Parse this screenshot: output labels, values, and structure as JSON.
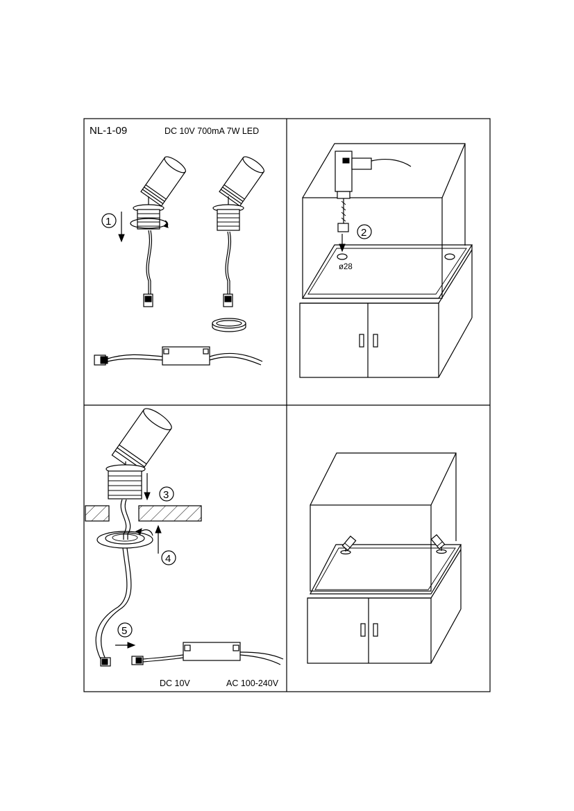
{
  "header": {
    "model": "NL-1-09",
    "specs": "DC 10V  700mA  7W  LED"
  },
  "steps": {
    "s1": "1",
    "s2": "2",
    "s3": "3",
    "s4": "4",
    "s5": "5"
  },
  "hole_label": "ø28",
  "voltage": {
    "dc": "DC 10V",
    "ac": "AC 100-240V"
  }
}
